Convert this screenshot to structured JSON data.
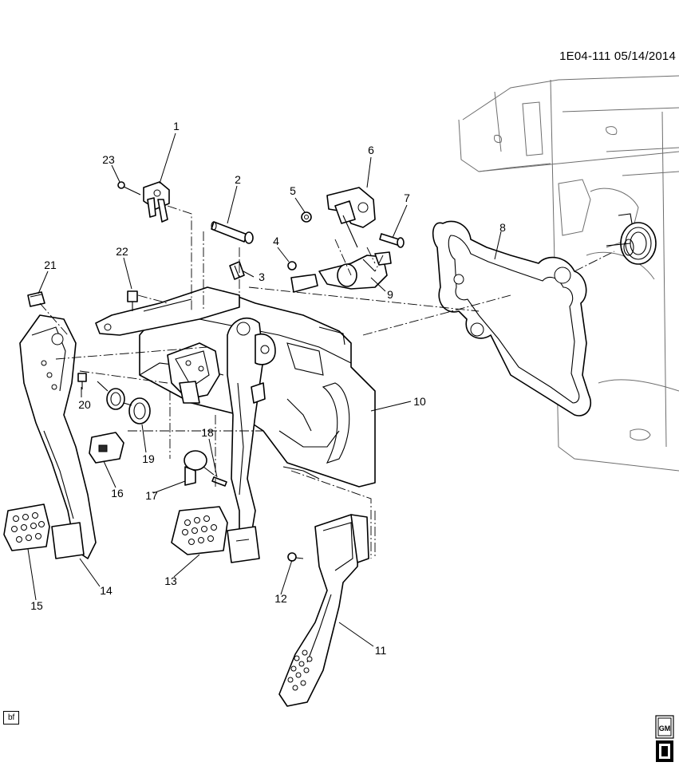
{
  "header": {
    "document_code": "1E04-111 05/14/2014"
  },
  "footer": {
    "code_box": "bf",
    "logo_text": "GM"
  },
  "callouts": [
    {
      "id": "c1",
      "label": "1"
    },
    {
      "id": "c2",
      "label": "2"
    },
    {
      "id": "c3",
      "label": "3"
    },
    {
      "id": "c4",
      "label": "4"
    },
    {
      "id": "c5",
      "label": "5"
    },
    {
      "id": "c6",
      "label": "6"
    },
    {
      "id": "c7",
      "label": "7"
    },
    {
      "id": "c8",
      "label": "8"
    },
    {
      "id": "c9",
      "label": "9"
    },
    {
      "id": "c10",
      "label": "10"
    },
    {
      "id": "c11",
      "label": "11"
    },
    {
      "id": "c12",
      "label": "12"
    },
    {
      "id": "c13",
      "label": "13"
    },
    {
      "id": "c14",
      "label": "14"
    },
    {
      "id": "c15",
      "label": "15"
    },
    {
      "id": "c16",
      "label": "16"
    },
    {
      "id": "c17",
      "label": "17"
    },
    {
      "id": "c18",
      "label": "18"
    },
    {
      "id": "c19",
      "label": "19"
    },
    {
      "id": "c20",
      "label": "20"
    },
    {
      "id": "c21",
      "label": "21"
    },
    {
      "id": "c22",
      "label": "22"
    },
    {
      "id": "c23",
      "label": "23"
    }
  ]
}
